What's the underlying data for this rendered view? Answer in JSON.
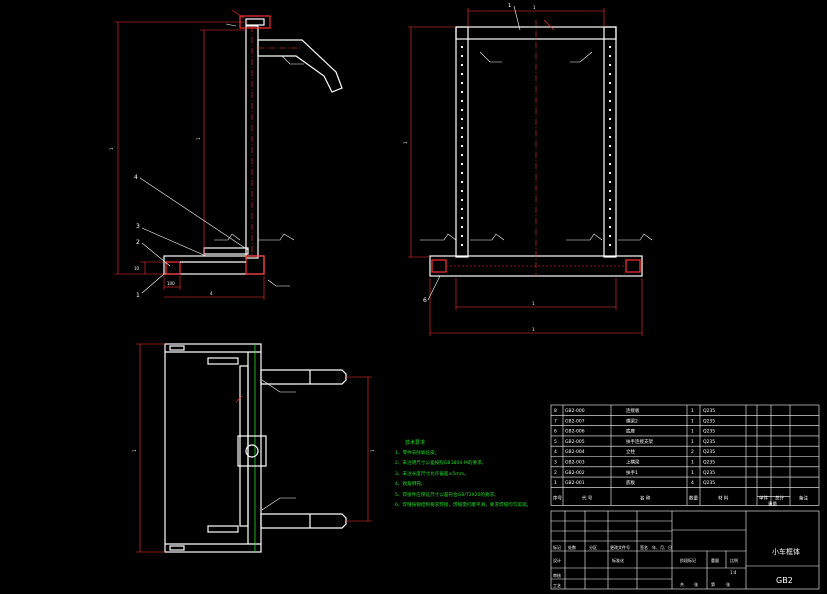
{
  "colors": {
    "background": "#000000",
    "outline": "#ffffff",
    "dimension": "#ff3030",
    "center": "#ff3030",
    "notes": "#22dd22"
  },
  "dims": {
    "left_total_height": "1",
    "left_inner_height": "1",
    "left_base_small": "10",
    "left_base_width": "100",
    "left_base_overall": "4",
    "front_height": "1",
    "front_top": "1",
    "front_inner_width": "1",
    "front_overall_width": "1",
    "plan_depth": "1",
    "plan_width": "1"
  },
  "balloons": {
    "left": [
      "4",
      "3",
      "2",
      "1"
    ],
    "front": [
      "6"
    ],
    "top_pointer": [
      "1"
    ]
  },
  "notes": {
    "title": "技术要求",
    "items": [
      "1、零件去除氧化皮。",
      "2、未注明尺寸公差按照GB1804-M的要求。",
      "3、未注长度尺寸允许偏差±5mm。",
      "4、锐角倒钝。",
      "5、焊接件应保证尺寸公差符合GB/T2920的要求。",
      "6、焊缝按钢结构要求焊接，焊缝需打磨平滑，要求焊缝均匀美观。"
    ]
  },
  "bom": {
    "rows": [
      {
        "no": "8",
        "code": "GB2-000",
        "name": "连接板",
        "qty": "1",
        "mat": "Q235"
      },
      {
        "no": "7",
        "code": "GB2-007",
        "name": "横梁2",
        "qty": "1",
        "mat": "Q235"
      },
      {
        "no": "6",
        "code": "GB2-006",
        "name": "底座",
        "qty": "1",
        "mat": "Q235"
      },
      {
        "no": "5",
        "code": "GB2-005",
        "name": "扶手连接支架",
        "qty": "1",
        "mat": "Q235"
      },
      {
        "no": "4",
        "code": "GB2-004",
        "name": "立柱",
        "qty": "2",
        "mat": "Q235"
      },
      {
        "no": "3",
        "code": "GB2-003",
        "name": "上横梁",
        "qty": "1",
        "mat": "Q235"
      },
      {
        "no": "2",
        "code": "GB2-002",
        "name": "扶手1",
        "qty": "1",
        "mat": "Q235"
      },
      {
        "no": "1",
        "code": "GB2-001",
        "name": "底板",
        "qty": "4",
        "mat": "Q235"
      }
    ],
    "header": {
      "no": "序号",
      "code": "代 号",
      "name": "名 称",
      "qty": "数量",
      "mat": "材 料",
      "unit_weight": "单件",
      "total_weight": "总计",
      "weight": "重量",
      "remark": "备注"
    }
  },
  "title_block": {
    "drawing_title": "小车框体",
    "drawing_code": "GB2",
    "labels": {
      "mark": "标记",
      "count": "处数",
      "zone": "分区",
      "change_doc": "更改文件号",
      "signature": "签名",
      "date": "年、月、日",
      "design": "设计",
      "standardize": "标准化",
      "stage_mark": "阶段标记",
      "weight": "重量",
      "scale": "比例",
      "scale_value": "1:4",
      "review": "审核",
      "process": "工艺",
      "sheets_total": "共",
      "sheet_label": "张",
      "sheet_no": "第",
      "sheet_of": "张"
    }
  }
}
